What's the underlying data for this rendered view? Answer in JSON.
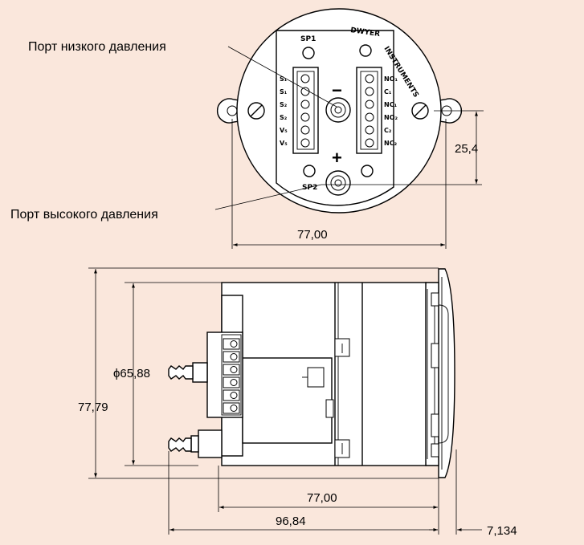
{
  "callouts": {
    "low_port": "Порт низкого давления",
    "high_port": "Порт высокого давления"
  },
  "front_view": {
    "brand_line1": "DWYER",
    "brand_line2": "INSTRUMENTS",
    "sp1": "SP1",
    "sp2": "SP2",
    "minus": "−",
    "plus": "+",
    "left_terminals": [
      "S₁",
      "S₁",
      "S₂",
      "S₂",
      "V₅",
      "V₅"
    ],
    "right_terminals": [
      "NO₁",
      "C₁",
      "NC₁",
      "NO₂",
      "C₂",
      "NC₂"
    ]
  },
  "dimensions": {
    "mount_spacing": "25,4",
    "front_width": "77,00",
    "body_diameter": "ϕ65,88",
    "flange_height": "77,79",
    "side_body_length": "77,00",
    "overall_length": "96,84",
    "flange_thickness": "7,134"
  }
}
